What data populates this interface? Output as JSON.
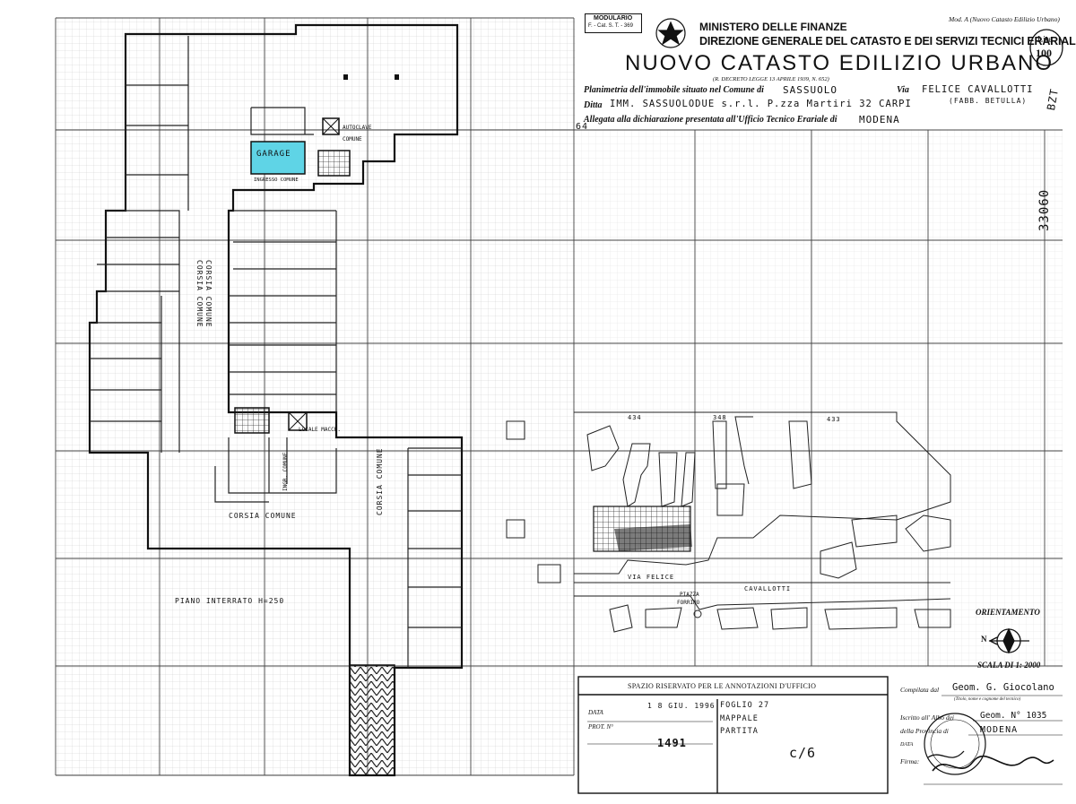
{
  "header": {
    "modulario_label": "MODULARIO",
    "modulario_code": "F. - Cat. S. T. - 369",
    "ministry": "MINISTERO DELLE FINANZE",
    "direction": "DIREZIONE GENERALE DEL CATASTO E DEI SERVIZI TECNICI ERARIALI",
    "title": "NUOVO CATASTO EDILIZIO URBANO",
    "model_ref": "Mod. A (Nuovo Catasto Edilizio Urbano)",
    "stamp_label": "Lire",
    "stamp_value": "100",
    "decree": "(R. DECRETO LEGGE 13 APRILE 1939, N. 652)",
    "side_mark": "BZT"
  },
  "form": {
    "line1_label": "Planimetria dell'immobile situato nel Comune di",
    "line1_value": "SASSUOLO",
    "line1_via_label": "Via",
    "line1_via_value": "FELICE CAVALLOTTI",
    "line1_extra": "(FABB. BETULLA)",
    "line2_label": "Ditta",
    "line2_value": "IMM. SASSUOLODUE s.r.l. P.zza Martiri 32 CARPI",
    "line3_label": "Allegata alla dichiarazione presentata all'Ufficio Tecnico Erariale di",
    "line3_value": "MODENA",
    "margin_number": "64",
    "vertical_number": "33060"
  },
  "plan_labels": {
    "garage": "GARAGE",
    "corsia_comune_1": "CORSIA COMUNE",
    "corsia_comune_2": "CORSIA COMUNE",
    "corsia_comune_3": "CORSIA COMUNE",
    "corsia_comune_4": "CORSIA COMUNE",
    "ingresso_comune": "INGRESSO COMUNE",
    "autoclave": "AUTOCLAVE",
    "comune": "COMUNE",
    "locale_macchine": "LOCALE MACCH.",
    "ingr_comune": "INGR. COMUNE",
    "piano": "PIANO INTERRATO H=250"
  },
  "map": {
    "parcel_434": "434",
    "parcel_348": "348",
    "parcel_433": "433",
    "via_felice": "VIA FELICE",
    "cavallotti": "CAVALLOTTI",
    "piazza": "PIAZZA",
    "forrino": "FORRINO",
    "orientamento": "ORIENTAMENTO",
    "north": "N",
    "scala": "SCALA DI 1: 2000"
  },
  "office": {
    "heading": "SPAZIO RISERVATO PER LE ANNOTAZIONI D'UFFICIO",
    "data_label": "DATA",
    "data_value": "1 8 GIU. 1996",
    "prot_label": "PROT. N°",
    "prot_value": "1491",
    "foglio": "FOGLIO 27",
    "mappale": "MAPPALE",
    "partita": "PARTITA",
    "category": "c/6"
  },
  "compiler": {
    "compilata_label": "Compilata dal",
    "compilata_value": "Geom. G. Giocolano",
    "compilata_sub": "(Titolo, nome e cognome del tecnico)",
    "iscritto_label": "Iscritto all' Albo dei",
    "iscritto_value": "Geom. N° 1035",
    "provincia_label": "della Provincia di",
    "provincia_value": "MODENA",
    "data_label": "DATA",
    "firma_label": "Firma:"
  },
  "colors": {
    "ink": "#111111",
    "highlight": "#5fd4e6",
    "grid": "#b8b8b8",
    "paper": "#ffffff"
  }
}
